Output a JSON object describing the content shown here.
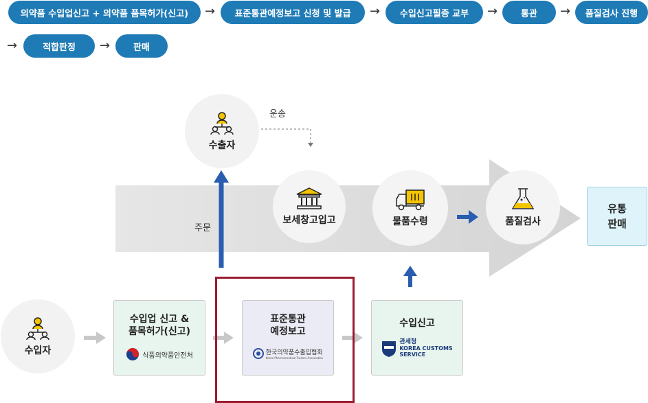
{
  "flow": {
    "steps": [
      "의약품 수입업신고 + 의약품 품목허가(신고)",
      "표준통관예정보고 신청 및 발급",
      "수입신고필증 교부",
      "통관",
      "품질검사 진행",
      "적합판정",
      "판매"
    ],
    "arrow": "→"
  },
  "diagram": {
    "exporter": "수출자",
    "shipping": "운송",
    "order": "주문",
    "bonded": "보세창고입고",
    "receive": "물품수령",
    "quality": "품질검사",
    "sales_line1": "유통",
    "sales_line2": "판매",
    "importer": "수입자",
    "box1_line1": "수입업 신고 &",
    "box1_line2": "품목허가(신고)",
    "box1_logo": "식품의약품안전처",
    "box2_line1": "표준통관",
    "box2_line2": "예정보고",
    "box2_logo": "한국의약품수출입협회",
    "box2_logo_sub": "Korea Pharmaceutical Traders Association",
    "box3_title": "수입신고",
    "box3_logo_kr": "관세청",
    "box3_logo_en1": "KOREA CUSTOMS",
    "box3_logo_en2": "SERVICE"
  },
  "colors": {
    "pill": "#1f7bb6",
    "arrow_blue": "#2a5db0",
    "highlight": "#9b1b30",
    "sales_bg": "#dff4fa"
  },
  "icons": [
    "people-icon",
    "bank-icon",
    "truck-icon",
    "flask-icon"
  ]
}
